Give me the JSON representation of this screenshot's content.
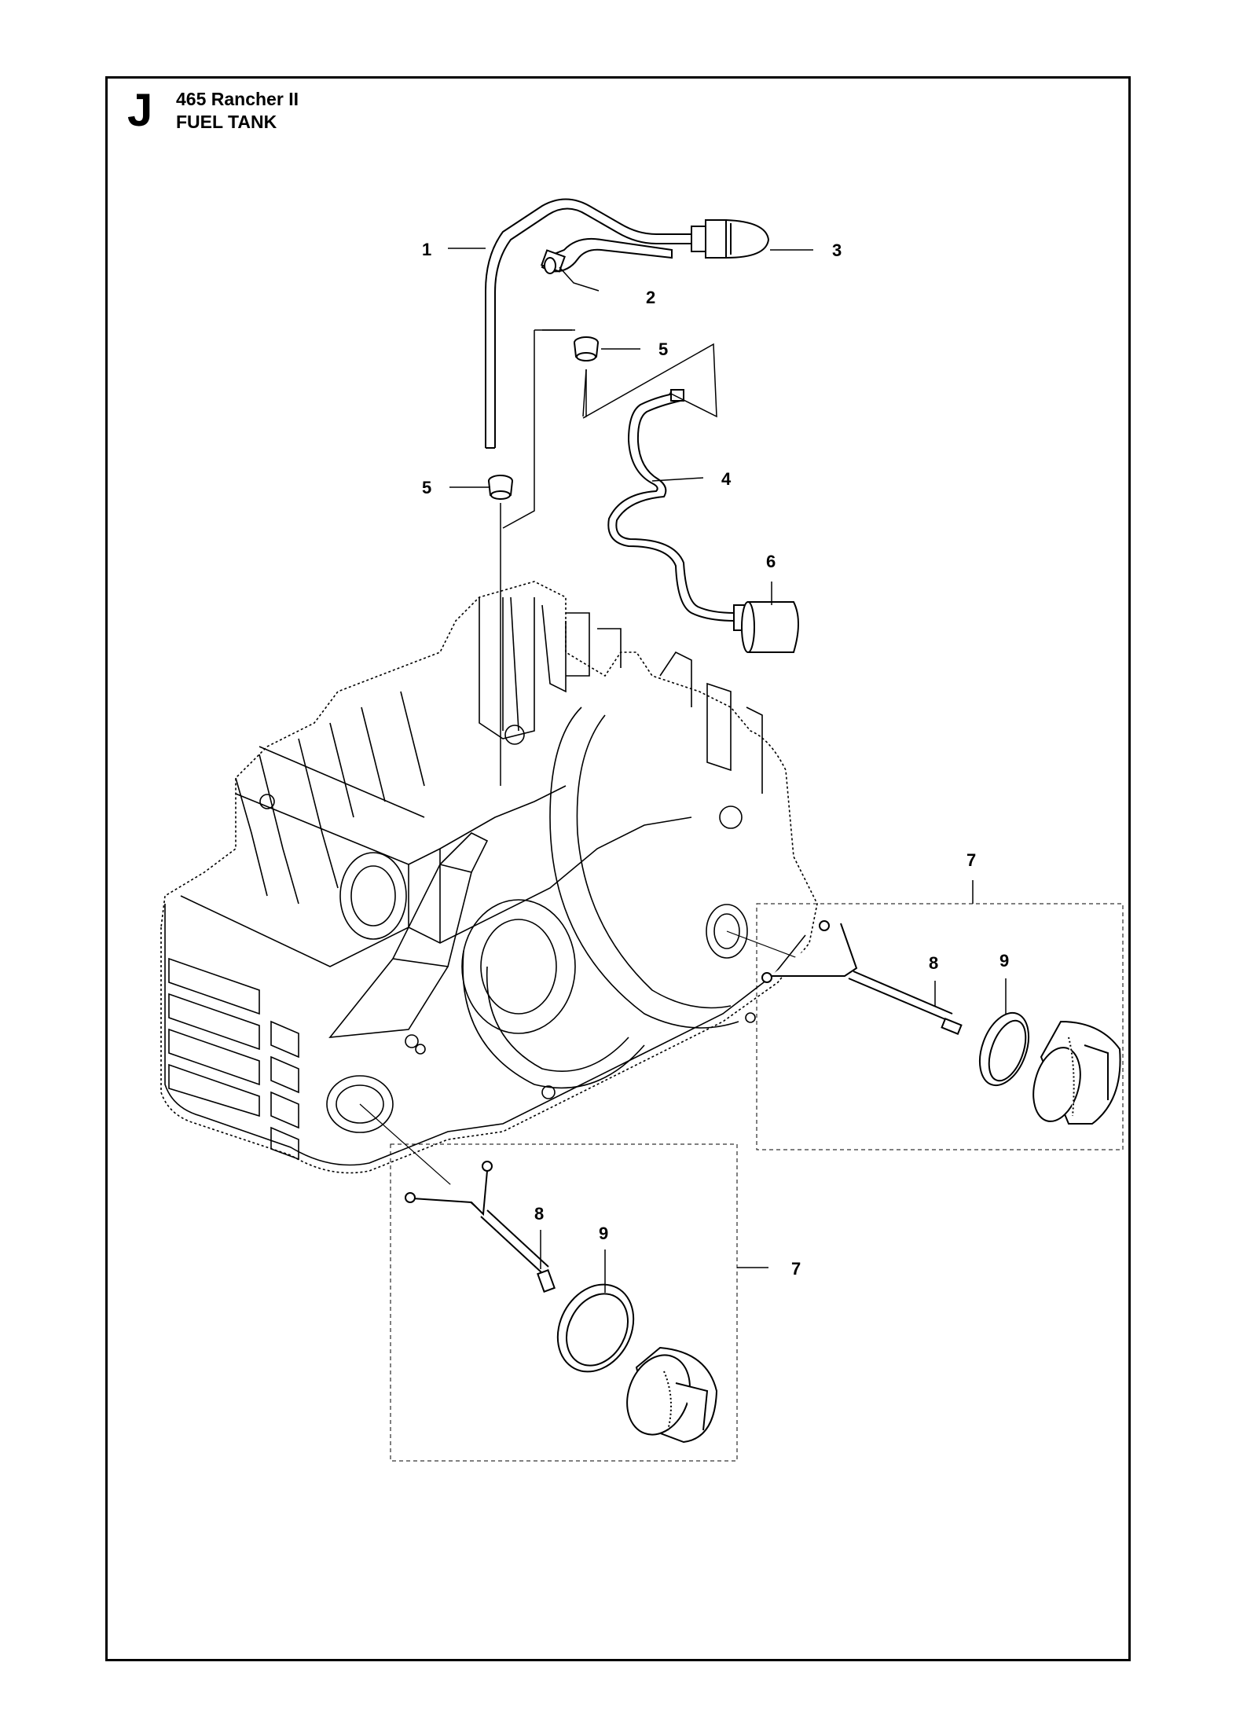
{
  "header": {
    "section_letter": "J",
    "model": "465 Rancher II",
    "title": "FUEL TANK"
  },
  "callouts": {
    "c1": "1",
    "c2": "2",
    "c3": "3",
    "c4": "4",
    "c5a": "5",
    "c5b": "5",
    "c6": "6",
    "c7a": "7",
    "c7b": "7",
    "c8a": "8",
    "c8b": "8",
    "c9a": "9",
    "c9b": "9"
  }
}
